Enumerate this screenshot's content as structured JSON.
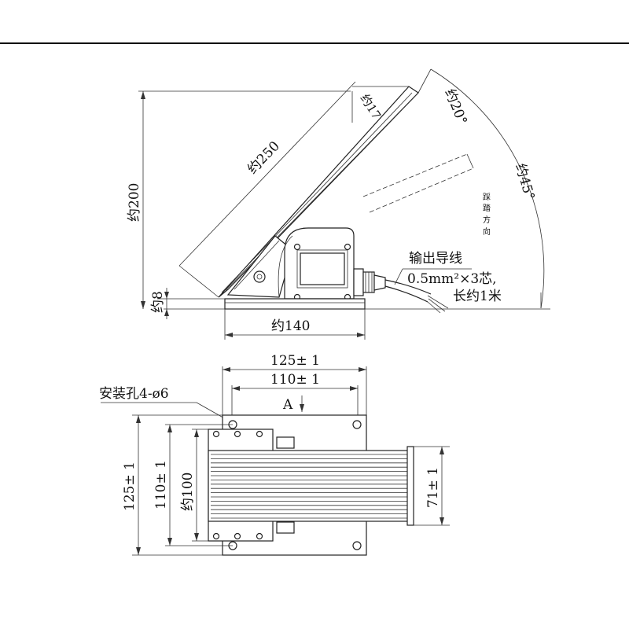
{
  "side_view": {
    "dims": {
      "length": "约250",
      "height": "约200",
      "thickness": "约17",
      "angle_rest": "约20°",
      "angle_max": "约45°",
      "base_height": "约8",
      "base_width": "约140"
    },
    "direction_label": [
      "踩",
      "踏",
      "方",
      "向"
    ],
    "cable_label": {
      "line1": "输出导线",
      "line2": "0.5mm²×3芯,",
      "line3": "长约1米"
    }
  },
  "bottom_view": {
    "dims": {
      "outer_width": "125± 1",
      "hole_width": "110± 1",
      "outer_height": "125± 1",
      "hole_height": "110± 1",
      "pad_height": "约100",
      "end_height": "71± 1"
    },
    "section_label": "A",
    "mount_hole_label": "安装孔4-ø6"
  }
}
